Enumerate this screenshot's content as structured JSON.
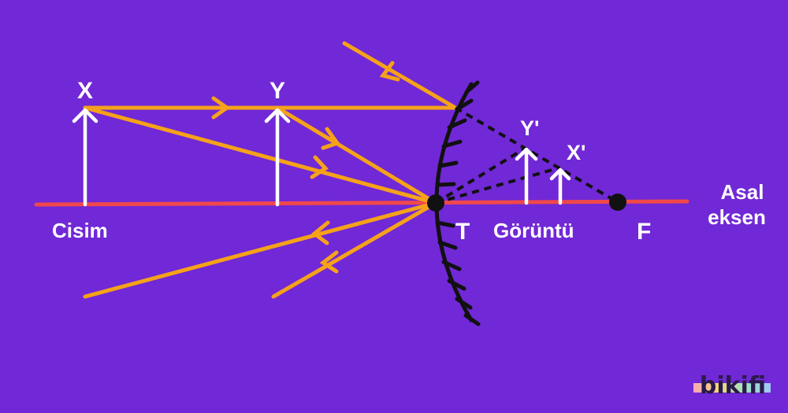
{
  "colors": {
    "background": "#7128d6",
    "axis": "#f0484a",
    "ray": "#f5a21a",
    "arrow": "#ffffff",
    "mirror": "#111111",
    "virtual": "#111111"
  },
  "labels": {
    "object_top_x": "X",
    "object_top_y": "Y",
    "object_caption": "Cisim",
    "image_top_y": "Y'",
    "image_top_x": "X'",
    "image_caption": "Görüntü",
    "vertex": "T",
    "focus": "F",
    "axis_line1": "Asal",
    "axis_line2": "eksen"
  },
  "brand": {
    "logo": "bikifi"
  }
}
